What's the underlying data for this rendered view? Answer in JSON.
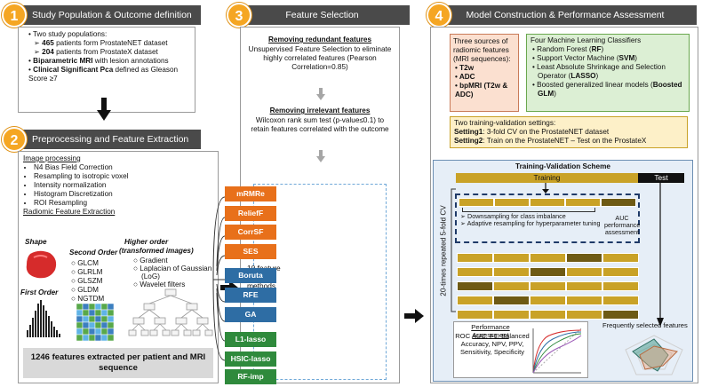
{
  "panel1": {
    "badge": "1",
    "header": "Study Population & Outcome definition",
    "intro": "Two study populations:",
    "pop1_count": "465",
    "pop1_text": "patients form ProstateNET dataset",
    "pop2_count": "204",
    "pop2_text": "patients from ProstateX dataset",
    "mri_bold": "Biparametric MRI",
    "mri_rest": "with lesion annotations",
    "pca_bold": "Clinical Significant Pca",
    "pca_rest": "defined as Gleason Score ≥7"
  },
  "panel2": {
    "badge": "2",
    "header": "Preprocessing and Feature Extraction",
    "image_processing_title": "Image processing",
    "image_processing_items": [
      "N4 Bias Field Correction",
      "Resampling to isotropic voxel",
      "Intensity normalization",
      "Histogram Discretization",
      "ROI Resampling"
    ],
    "radiomic_title": "Radiomic Feature Extraction",
    "shape_label": "Shape",
    "first_order_label": "First Order",
    "second_order_label": "Second Order",
    "second_order_items": [
      "GLCM",
      "GLRLM",
      "GLSZM",
      "GLDM",
      "NGTDM"
    ],
    "higher_order_label": "Higher order",
    "higher_order_sub": "(transformed images)",
    "higher_order_items": [
      "Gradient",
      "Laplacian of Gaussian (LoG)",
      "Wavelet filters"
    ],
    "footer": "1246 features extracted per patient and MRI sequence"
  },
  "panel3": {
    "badge": "3",
    "header": "Feature Selection",
    "redundant_title": "Removing redundant features",
    "redundant_text": "Unsupervised Feature Selection to eliminate highly correlated features (Pearson Correlation=0.85)",
    "irrelevant_title": "Removing irrelevant features",
    "irrelevant_text": "Wilcoxon rank sum test (p-value≤0.1) to retain features correlated with the outcome",
    "methods_label": "10 feature selection methods",
    "methods": [
      {
        "name": "mRMRe",
        "group": "orange"
      },
      {
        "name": "ReliefF",
        "group": "orange"
      },
      {
        "name": "CorrSF",
        "group": "orange"
      },
      {
        "name": "SES",
        "group": "orange"
      },
      {
        "name": "Boruta",
        "group": "blue"
      },
      {
        "name": "RFE",
        "group": "blue"
      },
      {
        "name": "GA",
        "group": "blue"
      },
      {
        "name": "L1-lasso",
        "group": "green"
      },
      {
        "name": "HSIC-lasso",
        "group": "green"
      },
      {
        "name": "RF-imp",
        "group": "green"
      }
    ]
  },
  "panel4": {
    "badge": "4",
    "header": "Model Construction & Performance Assessment",
    "sources_text": "Three sources of radiomic features (MRI sequences):",
    "sources": [
      "T2w",
      "ADC",
      "bpMRI (T2w & ADC)"
    ],
    "classifiers_title": "Four Machine Learning Classifiers",
    "classifiers": [
      {
        "text": "Random Forest (",
        "abbr": "RF",
        "end": ")"
      },
      {
        "text": "Support Vector Machine (",
        "abbr": "SVM",
        "end": ")"
      },
      {
        "text": "Least Absolute Shrinkage and Selection Operator (",
        "abbr": "LASSO",
        "end": ")"
      },
      {
        "text": "Boosted generalized linear models (",
        "abbr": "Boosted GLM",
        "end": ")"
      }
    ],
    "settings_title": "Two training-validation settings:",
    "setting1_label": "Setting1",
    "setting1_text": ": 3-fold CV on the ProstateNET dataset",
    "setting2_label": "Setting2",
    "setting2_text": ": Train on the ProstateNET – Test on the ProstateX",
    "scheme_title": "Training-Validation Scheme",
    "training_label": "Training",
    "test_label": "Test",
    "cv_label": "20-times repeated 5-fold CV",
    "inner_items": [
      "Downsampling for class imbalance",
      "Adaptive resampling for hyperparameter tuning"
    ],
    "auc_text": "AUC performance assessment",
    "perf_title": "Performance Assessment",
    "perf_text": "ROC AUC, F1, Balanced Accuracy, NPV, PPV, Sensitivity, Specificity",
    "freq_label": "Frequently selected features"
  },
  "colors": {
    "header": "#4a4a4a",
    "badge": "#f5a623",
    "orange": "#e8701a",
    "blue": "#2e6da4",
    "green": "#2f8a3c",
    "gold": "#c9a227"
  }
}
